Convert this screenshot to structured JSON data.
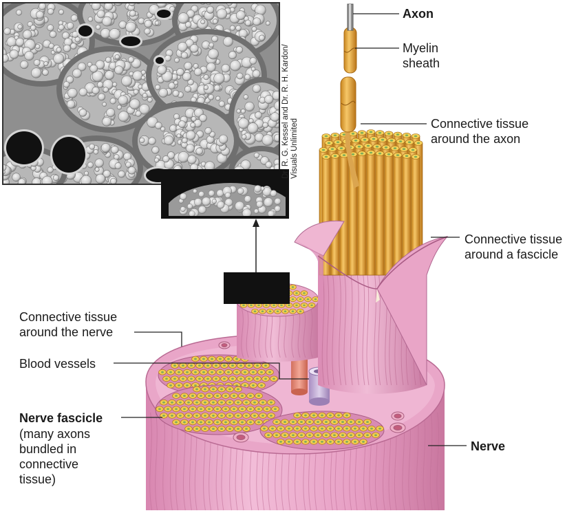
{
  "labels": {
    "axon": "Axon",
    "myelin_sheath": "Myelin\nsheath",
    "ct_axon": "Connective tissue\naround the axon",
    "ct_fascicle": "Connective tissue\naround a fascicle",
    "ct_nerve": "Connective tissue\naround the nerve",
    "blood_vessels": "Blood vessels",
    "nerve_fascicle": "Nerve fascicle",
    "nerve_fascicle_note": "(many axons\nbundled in\nconnective\ntissue)",
    "nerve": "Nerve"
  },
  "credit": "Dr. R. G. Kessel and Dr. R. H. Kardon/\nVisuals Unlimited",
  "colors": {
    "nerve_pink": "#e7a1c2",
    "fascicle_pink": "#e3a6c6",
    "axon_gold": "#e6a93a",
    "axon_yellow": "#f6d25b",
    "vessel_red": "#e58a78",
    "vessel_purple": "#c9b2d8",
    "micrograph_gray": "#8f8f8f"
  }
}
